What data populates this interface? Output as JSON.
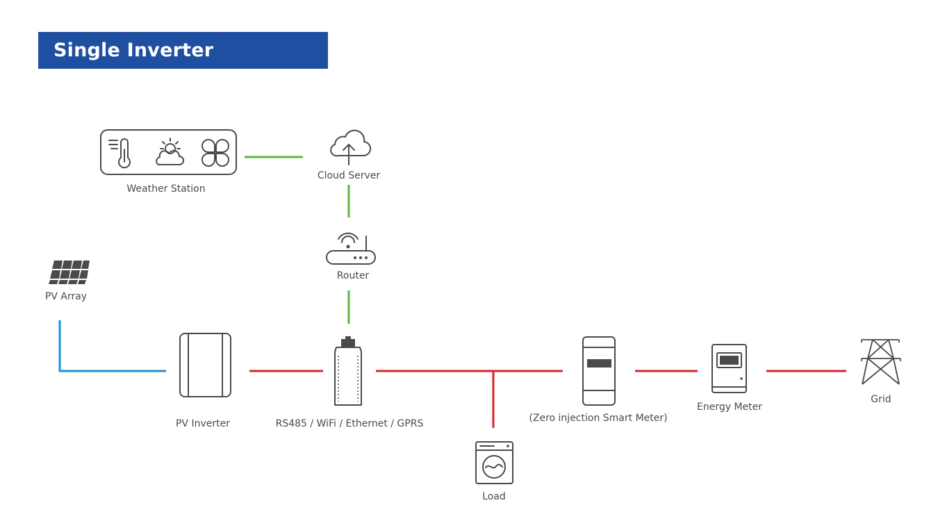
{
  "title": "Single Inverter Monitoring",
  "colors": {
    "banner": "#1f4fa0",
    "data_link": "#5db43c",
    "ac_link": "#d8232a",
    "dc_link": "#1f8fd6",
    "icon": "#4a4a4a"
  },
  "nodes": {
    "weather_station": {
      "label": "Weather Station",
      "icon": "weather-station-icon"
    },
    "cloud_server": {
      "label": "Cloud Server",
      "icon": "cloud-upload-icon"
    },
    "router": {
      "label": "Router",
      "icon": "router-icon"
    },
    "pv_array": {
      "label": "PV Array",
      "icon": "solar-panel-icon"
    },
    "pv_inverter": {
      "label": "PV Inverter",
      "icon": "inverter-icon"
    },
    "datalogger": {
      "label": "RS485 / WiFi / Ethernet / GPRS",
      "icon": "datalogger-stick-icon"
    },
    "load": {
      "label": "Load",
      "icon": "washing-machine-icon"
    },
    "smart_meter": {
      "label": "(Zero injection Smart Meter)",
      "icon": "smart-meter-icon"
    },
    "energy_meter": {
      "label": "Energy Meter",
      "icon": "energy-meter-icon"
    },
    "grid": {
      "label": "Grid",
      "icon": "power-tower-icon"
    }
  }
}
